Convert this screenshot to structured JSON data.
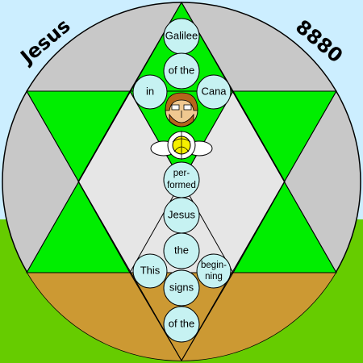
{
  "corner_labels": {
    "left": "Jesus",
    "right": "8880"
  },
  "words": [
    {
      "id": "galilee",
      "lines": [
        "Galilee"
      ]
    },
    {
      "id": "of-the-top",
      "lines": [
        "of the"
      ]
    },
    {
      "id": "in",
      "lines": [
        "in"
      ]
    },
    {
      "id": "cana",
      "lines": [
        "Cana"
      ]
    },
    {
      "id": "performed",
      "lines": [
        "per-",
        "formed"
      ]
    },
    {
      "id": "jesus",
      "lines": [
        "Jesus"
      ]
    },
    {
      "id": "the",
      "lines": [
        "the"
      ]
    },
    {
      "id": "this",
      "lines": [
        "This"
      ]
    },
    {
      "id": "beginning",
      "lines": [
        "begin-",
        "ning"
      ]
    },
    {
      "id": "signs",
      "lines": [
        "signs"
      ]
    },
    {
      "id": "of-the-bottom",
      "lines": [
        "of the"
      ]
    }
  ],
  "colors": {
    "sky": "#cceeff",
    "grass": "#66cc00",
    "circle_gray": "#c8c8c8",
    "hexagram_green": "#00ee00",
    "inner_light": "#e6e6e6",
    "earth": "#cc9933",
    "word_bubble": "#c6f2f2",
    "face_skin": "#f0c890",
    "hair": "#b5651d",
    "flower_yellow": "#f5f000"
  }
}
